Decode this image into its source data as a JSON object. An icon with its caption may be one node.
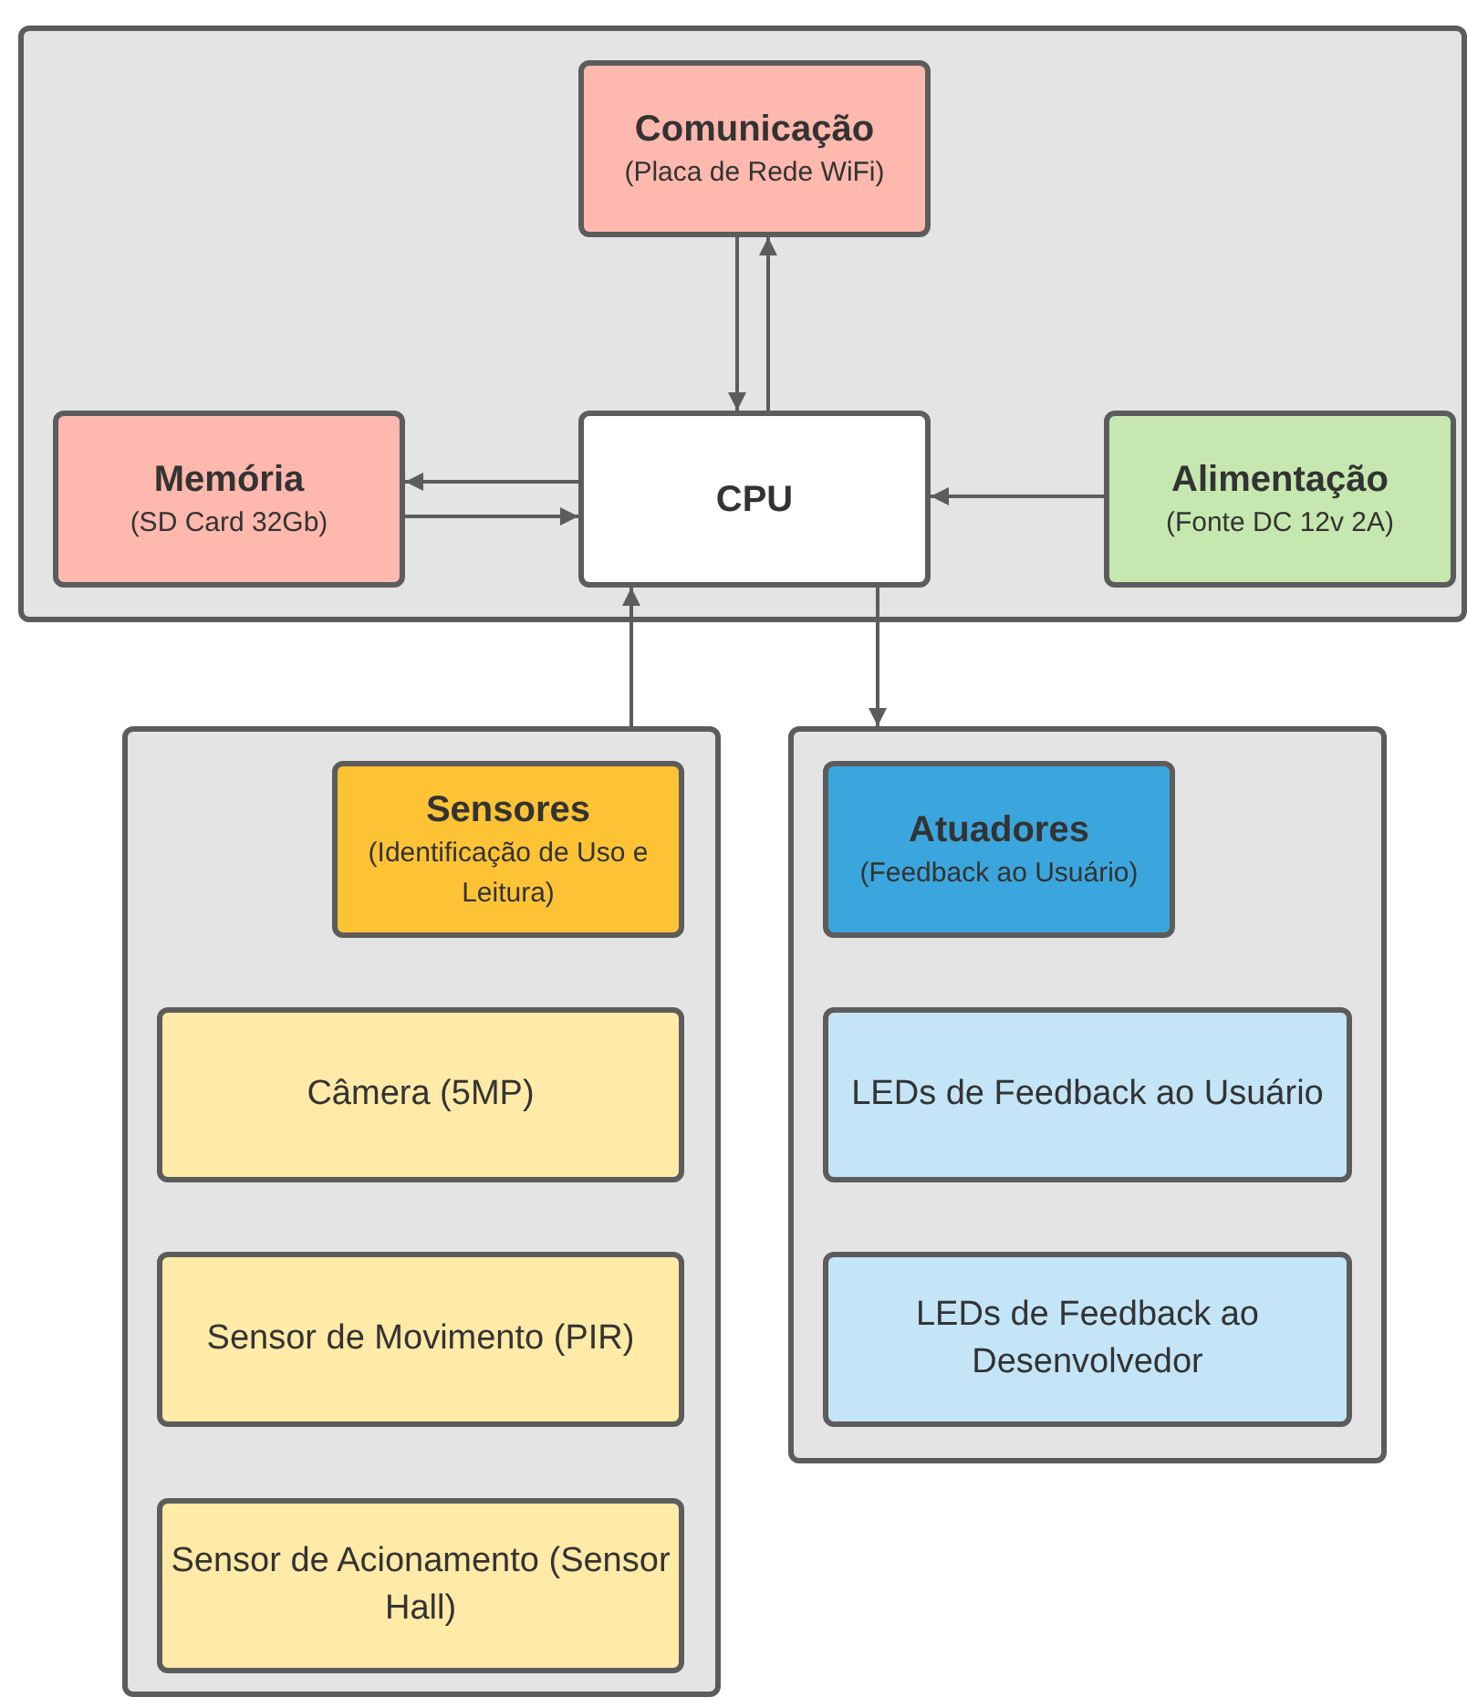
{
  "diagram": {
    "nodes": [
      {
        "text": [],
        "shape": "box"
      },
      {
        "text": [
          "Comunicação",
          "(Placa de Rede WiFi)"
        ],
        "in": 0
      },
      {
        "text": [
          "Memória",
          "(SD Card 32Gb)"
        ],
        "in": 0
      },
      {
        "text": [
          "CPU"
        ],
        "in": 0
      },
      {
        "text": [
          "Alimentação",
          "(Fonte DC 12v 2A)"
        ],
        "in": 0
      },
      {
        "text": [],
        "shape": "box"
      },
      {
        "text": [
          "Sensores",
          "(Identificação de Uso e Leitura)"
        ],
        "in": 5
      },
      {
        "text": [
          "Câmera (5MP)"
        ],
        "in": 5
      },
      {
        "text": [
          "Sensor de Movimento (PIR)"
        ],
        "in": 5
      },
      {
        "text": [
          "Sensor de Acionamento (Sensor Hall)"
        ],
        "in": 5
      },
      {
        "text": [],
        "shape": "box"
      },
      {
        "text": [
          "Atuadores",
          "(Feedback ao Usuário)"
        ],
        "in": 10
      },
      {
        "text": [
          "LEDs de Feedback ao Usuário"
        ],
        "in": 10
      },
      {
        "text": [
          "LEDs de Feedback ao Desenvolvedor"
        ],
        "in": 10
      }
    ],
    "edges": [
      {
        "from": 3,
        "to": 1,
        "arrow": "to"
      },
      {
        "from": 1,
        "to": 3,
        "arrow": "to"
      },
      {
        "from": 3,
        "to": 2,
        "arrow": "to"
      },
      {
        "from": 2,
        "to": 3,
        "arrow": "to"
      },
      {
        "from": 4,
        "to": 3,
        "arrow": "to"
      },
      {
        "from": 5,
        "to": 3,
        "arrow": "to"
      },
      {
        "from": 3,
        "to": 10,
        "arrow": "to"
      }
    ]
  }
}
